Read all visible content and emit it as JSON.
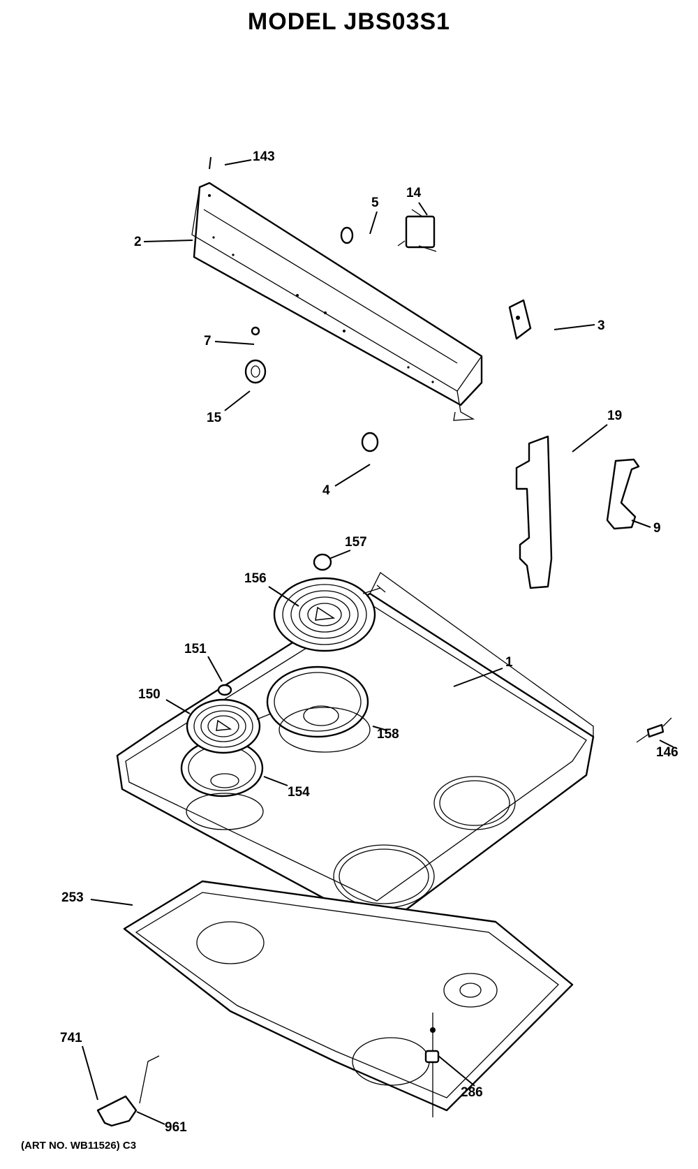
{
  "title": "MODEL JBS03S1",
  "art_number": "(ART NO. WB11526) C3",
  "callouts": {
    "c143": "143",
    "c2": "2",
    "c5": "5",
    "c14": "14",
    "c3": "3",
    "c7": "7",
    "c15": "15",
    "c19": "19",
    "c4": "4",
    "c9": "9",
    "c157": "157",
    "c156": "156",
    "c1": "1",
    "c151": "151",
    "c150": "150",
    "c158": "158",
    "c146": "146",
    "c154": "154",
    "c253": "253",
    "c741": "741",
    "c286": "286",
    "c961": "961"
  }
}
